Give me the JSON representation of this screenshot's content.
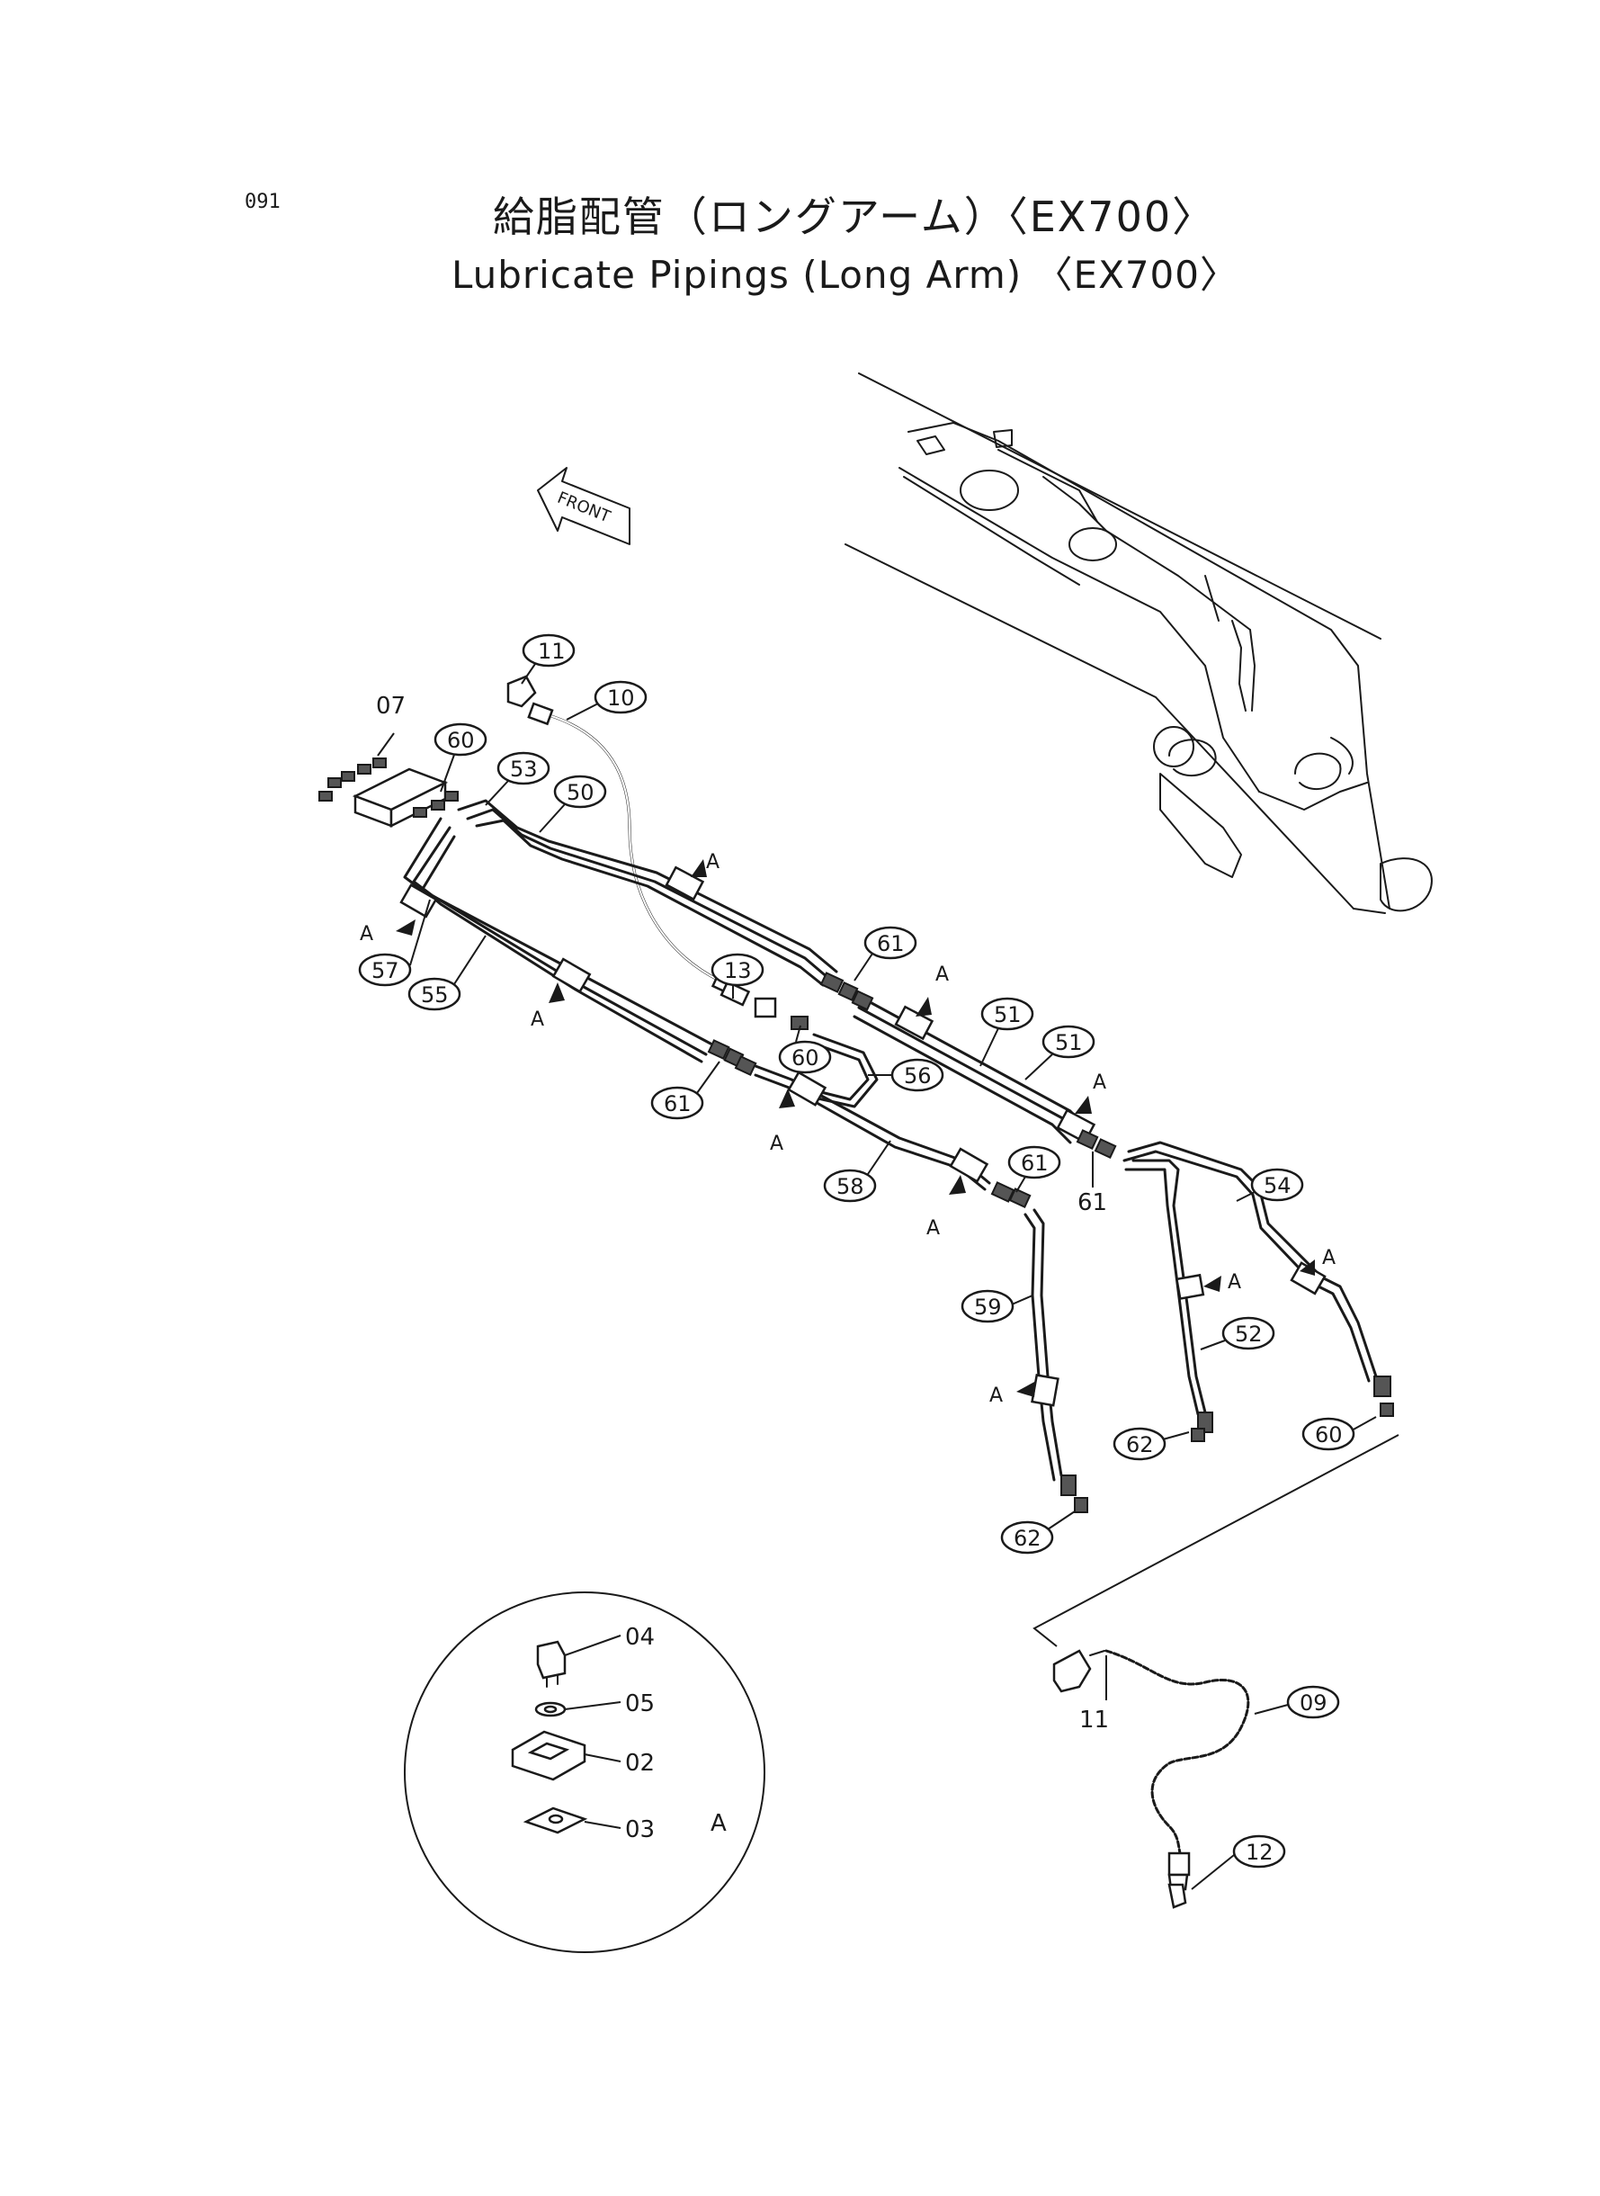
{
  "page_number": "091",
  "title_jp": "給脂配管（ロングアーム）〈EX700〉",
  "title_en": "Lubricate Pipings (Long Arm) 〈EX700〉",
  "front_label": "FRONT",
  "detail_label": "A",
  "part_labels": {
    "p07": "07",
    "p60a": "60",
    "p53": "53",
    "p50": "50",
    "p11a": "11",
    "p10": "10",
    "p57": "57",
    "p55": "55",
    "p13": "13",
    "p60b": "60",
    "p61a": "61",
    "p61b": "61",
    "p56": "56",
    "p51a": "51",
    "p51b": "51",
    "p58": "58",
    "p61c": "61",
    "p61d": "61",
    "p54": "54",
    "p59": "59",
    "p52": "52",
    "p62a": "62",
    "p60c": "60",
    "p62b": "62",
    "p04": "04",
    "p05": "05",
    "p02": "02",
    "p03": "03",
    "p11b": "11",
    "p09": "09",
    "p12": "12"
  },
  "clamp_markers": [
    "A",
    "A",
    "A",
    "A",
    "A",
    "A",
    "A",
    "A",
    "A",
    "A"
  ],
  "icons": [
    "front-arrow-icon",
    "clamp-marker-icon"
  ]
}
